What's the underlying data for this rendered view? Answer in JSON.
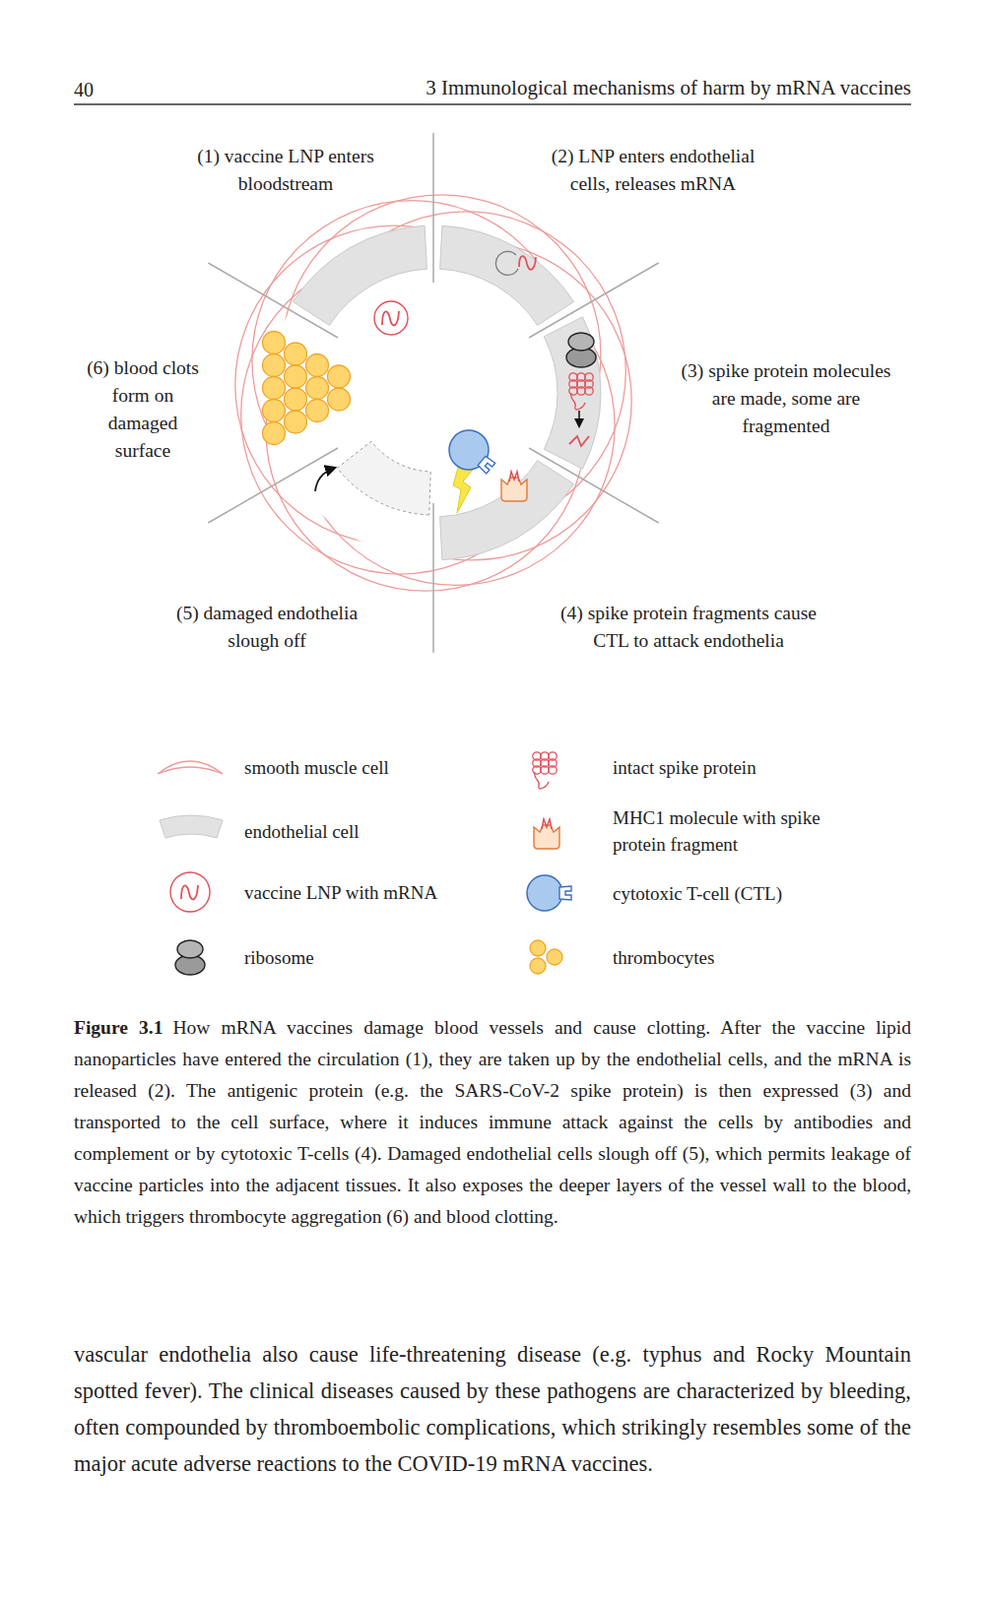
{
  "diagram": {
    "caption": "How mRNA vaccines damage blood vessels and cause clotting. After the vaccine lipid nanoparticles have entered the circulation (1), they are taken up by the endothelial cells, and the mRNA is released (2). The antigenic protein (e.g. the SARS-CoV-2 spike protein) is then expressed (3) and transported to the cell surface, where it induces immune attack against the cells by antibodies and complement or by cytotoxic T-cells (4). Damaged endothelial cells slough off (5), which permits leakage of vaccine particles into the adjacent tissues. It also exposes the deeper layers of the vessel wall to the blood, which triggers thrombocyte aggregation (6) and blood clotting.",
    "labels": [
      "40",
      "3 Immunological mechanisms of harm by mRNA vaccines",
      "(1) vaccine LNP enters bloodstream",
      "(2) LNP enters endothelial cells, releases mRNA",
      "(3) spike protein molecules are made, some are fragmented",
      "(4) spike protein fragments cause CTL to attack endothelia",
      "(5) damaged endothelia slough off",
      "(6) blood clots form on damaged surface",
      "vascular endothelia also cause life-threatening disease (e.g. typhus and Rocky Mountain spotted fever). The clinical diseases caused by these pathogens are characterized by bleeding, often compounded by thromboembolic complications, which strikingly resembles some of the major acute adverse reactions to the COVID-19 mRNA vaccines.",
      "Figure 3.1"
    ],
    "legend": [
      {
        "text": "smooth muscle cell"
      },
      {
        "text": "endothelial cell"
      },
      {
        "text": "vaccine LNP with mRNA"
      },
      {
        "text": "ribosome"
      },
      {
        "text": "intact spike protein"
      },
      {
        "text": "MHC1 molecule with spike protein fragment"
      },
      {
        "text": "cytotoxic T-cell (CTL)"
      },
      {
        "text": "thrombocytes"
      }
    ]
  }
}
